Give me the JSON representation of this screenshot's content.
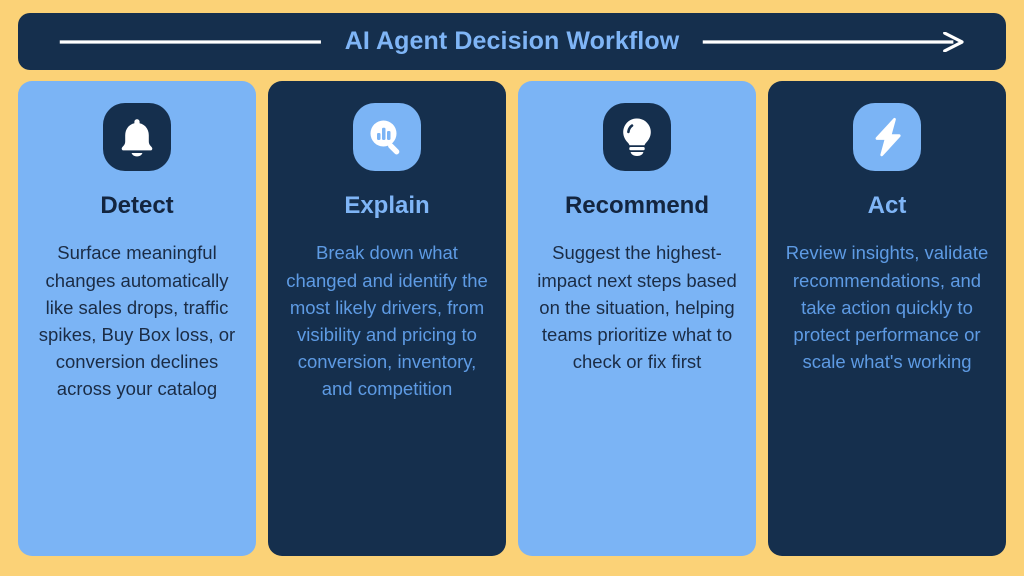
{
  "theme": {
    "background": "#FBD277",
    "navy": "#152F4D",
    "light_blue": "#7BB4F5",
    "title_blue": "#7FB5F6",
    "dark_card_text": "#5E9BE4",
    "light_card_text": "#1B2C45"
  },
  "header": {
    "title": "AI Agent Decision Workflow",
    "left_rule": "horizontal-line",
    "right_rule": "arrow-right"
  },
  "cards": [
    {
      "id": "detect",
      "style": "light",
      "icon": "bell-icon",
      "title": "Detect",
      "description": "Surface meaningful changes automatically like sales drops, traffic spikes, Buy Box loss, or conversion declines across your catalog"
    },
    {
      "id": "explain",
      "style": "dark",
      "icon": "magnifier-chart-icon",
      "title": "Explain",
      "description": "Break down what changed and identify the most likely drivers, from visibility and pricing to conversion, inventory, and competition"
    },
    {
      "id": "recommend",
      "style": "light",
      "icon": "lightbulb-icon",
      "title": "Recommend",
      "description": "Suggest the highest-impact next steps based on the situation, helping teams prioritize what to check or fix first"
    },
    {
      "id": "act",
      "style": "dark",
      "icon": "lightning-bolt-icon",
      "title": "Act",
      "description": "Review insights, validate recommendations, and take action quickly to protect performance or scale what's working"
    }
  ]
}
